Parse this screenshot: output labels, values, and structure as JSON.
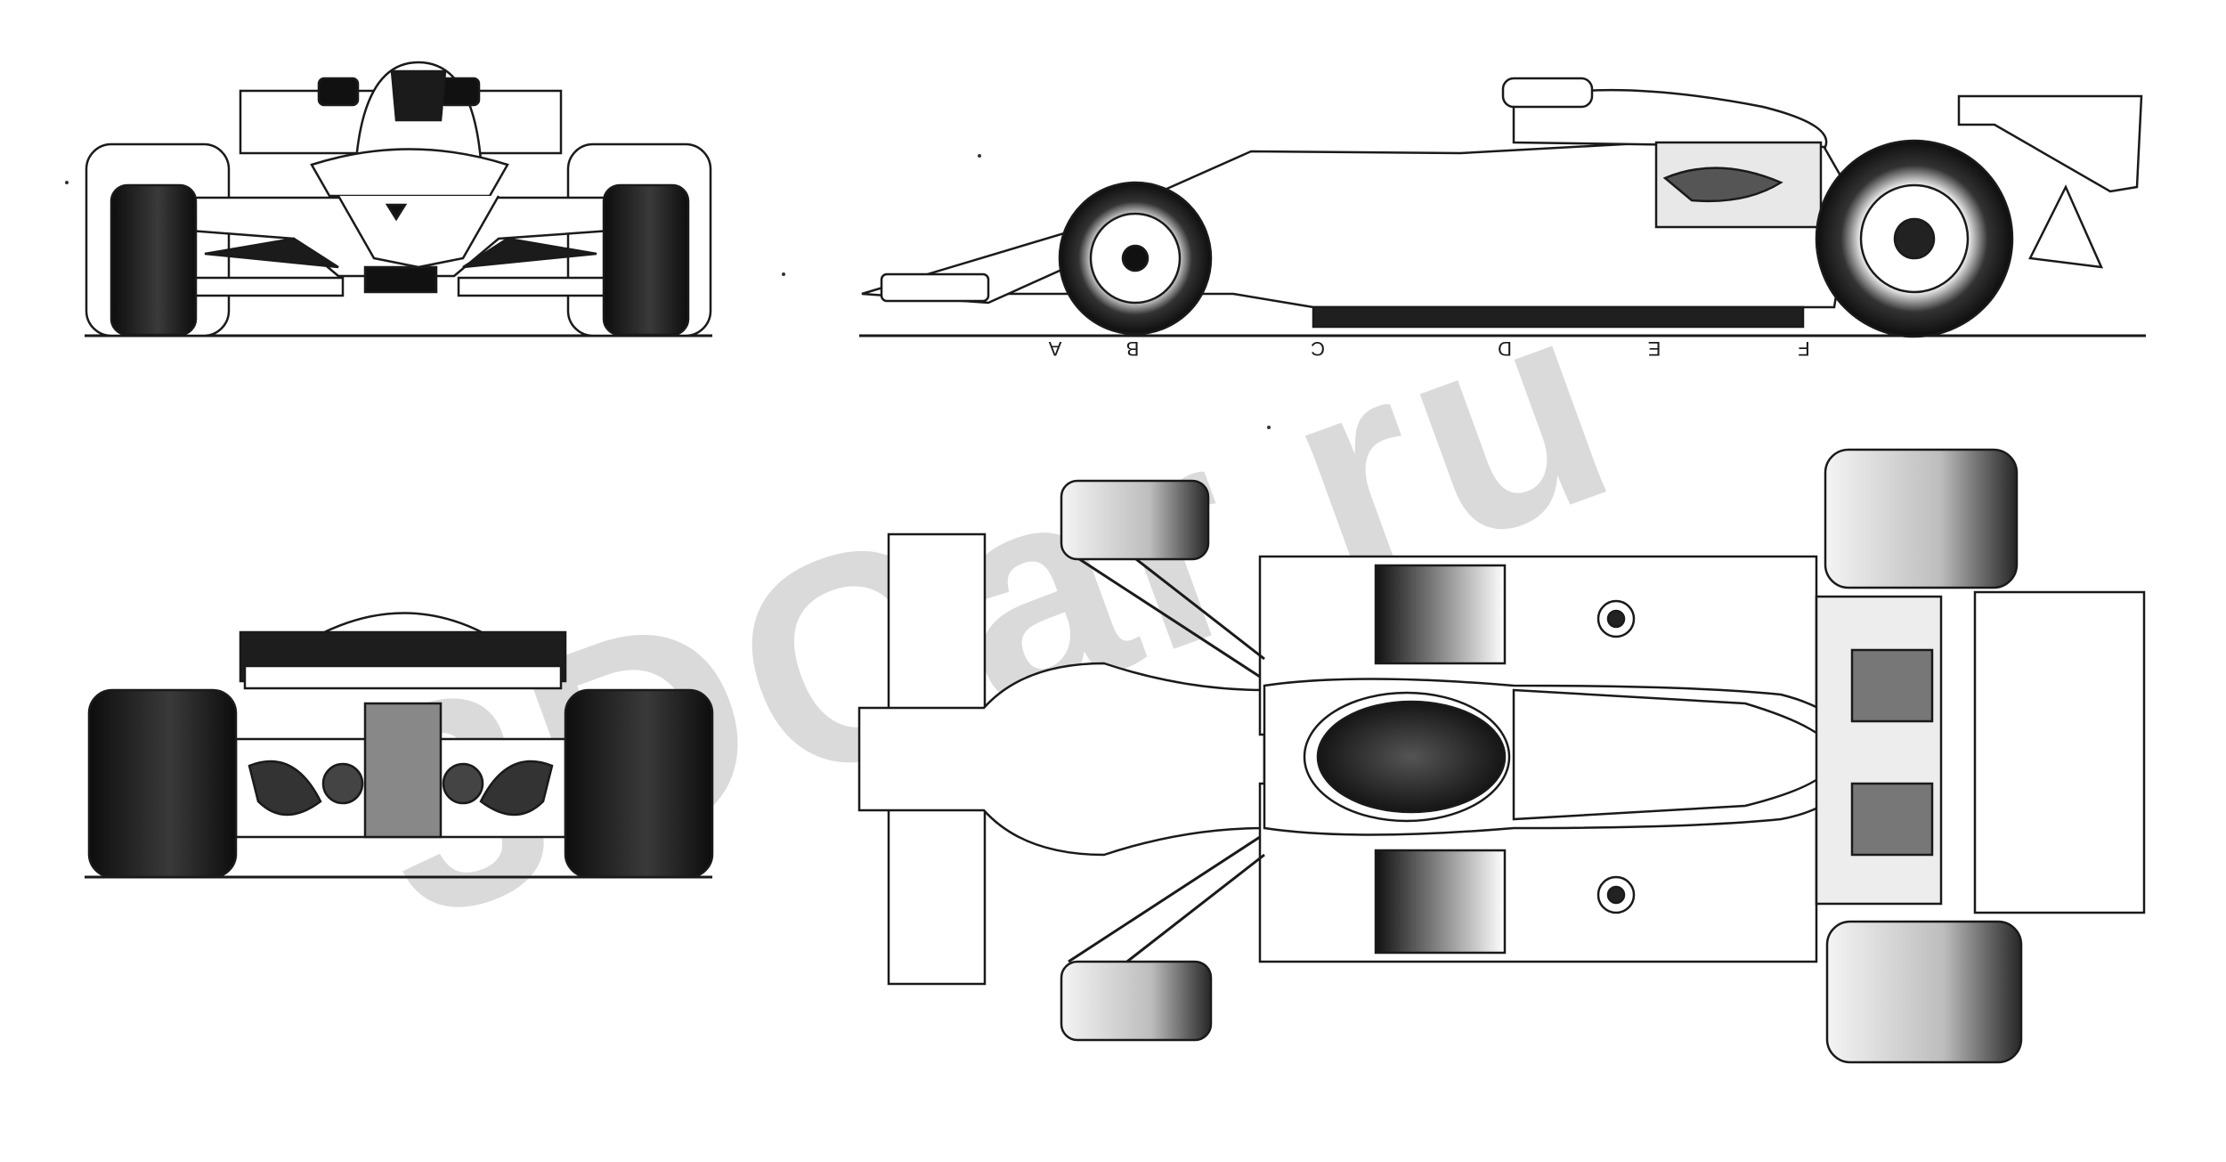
{
  "blueprint": {
    "watermark": "3DCar.ru",
    "views": [
      "front",
      "side",
      "rear",
      "top"
    ],
    "station_labels": [
      "A",
      "B",
      "C",
      "D",
      "E",
      "F"
    ],
    "colors": {
      "line": "#1a1a1a",
      "tire": "#1f1f1f",
      "watermark": "#d9d9d9",
      "paper": "#ffffff"
    }
  }
}
